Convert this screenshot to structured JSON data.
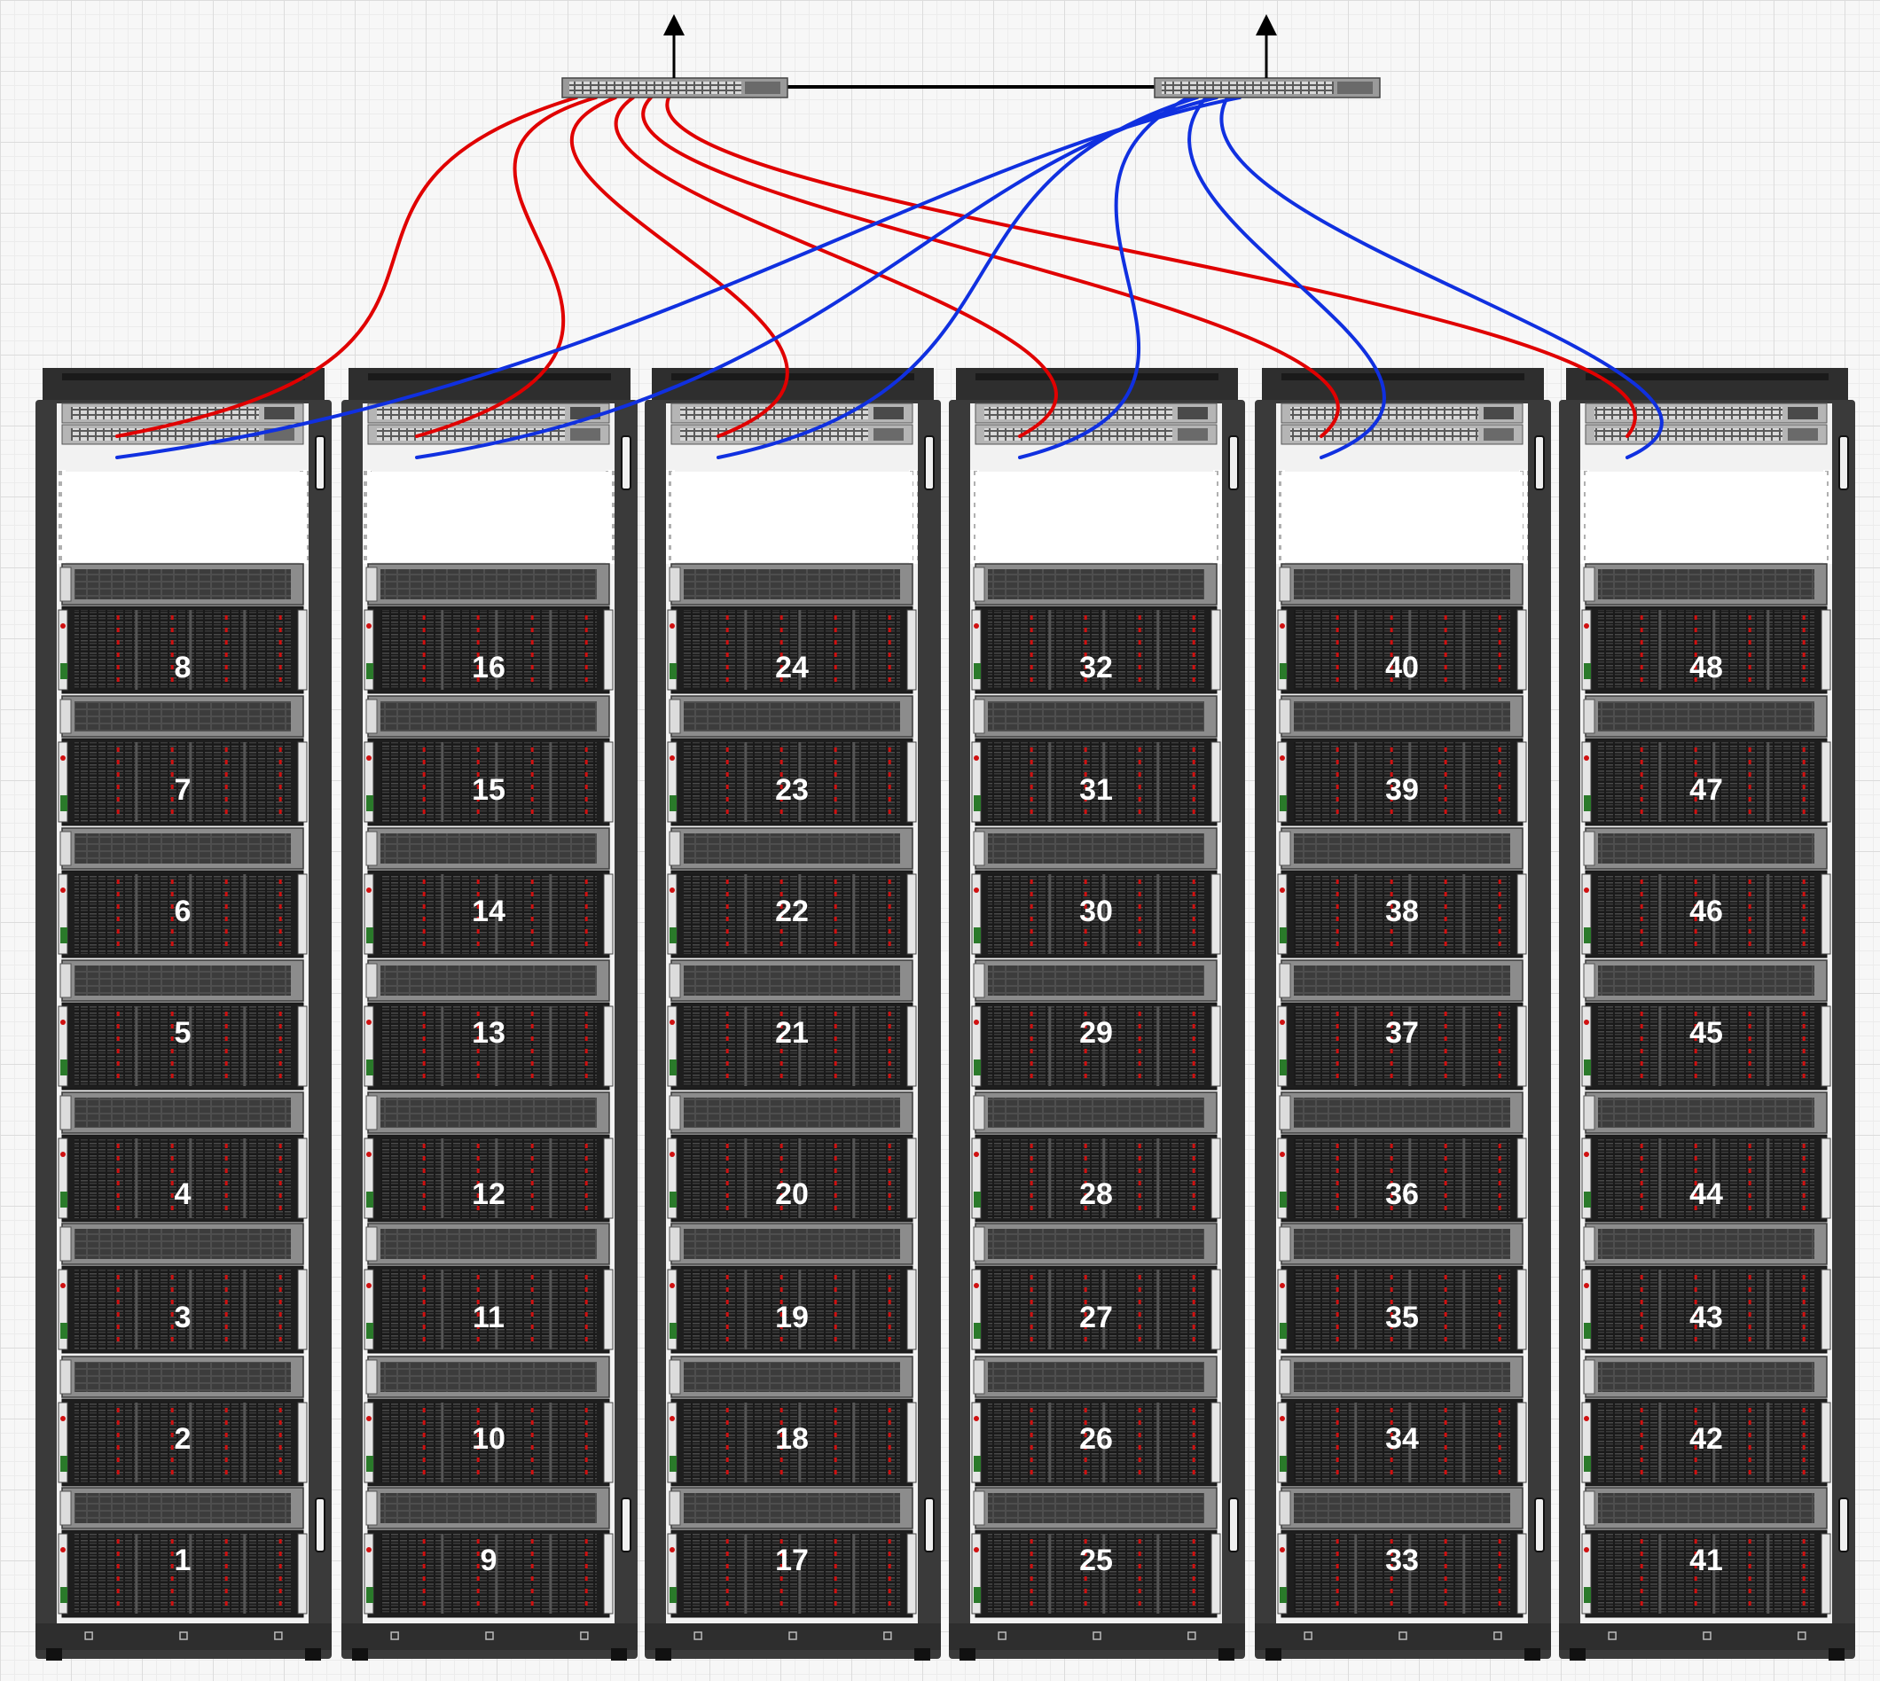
{
  "colors": {
    "background": "#f7f7f7",
    "rack_frame": "#3a3a3a",
    "rack_interior": "#f2f2f2",
    "server_face": "#1e1e1e",
    "server_trim": "#8a8a8a",
    "drive_led": "#d01010",
    "switch_body": "#9a9a9a",
    "link_a": "#e00000",
    "link_b": "#1030e0",
    "interlink": "#000000",
    "label": "#ffffff"
  },
  "icons": {
    "core_switch": "network-switch-icon",
    "uplink": "arrow-up-icon",
    "rack": "server-rack-icon",
    "tor_switch": "top-of-rack-switch-icon",
    "server": "storage-server-icon"
  },
  "core_switches": [
    {
      "id": "core-switch-a",
      "cable_color": "link_a"
    },
    {
      "id": "core-switch-b",
      "cable_color": "link_b"
    }
  ],
  "racks": [
    {
      "id": "rack-1",
      "servers": [
        "8",
        "7",
        "6",
        "5",
        "4",
        "3",
        "2",
        "1"
      ]
    },
    {
      "id": "rack-2",
      "servers": [
        "16",
        "15",
        "14",
        "13",
        "12",
        "11",
        "10",
        "9"
      ]
    },
    {
      "id": "rack-3",
      "servers": [
        "24",
        "23",
        "22",
        "21",
        "20",
        "19",
        "18",
        "17"
      ]
    },
    {
      "id": "rack-4",
      "servers": [
        "32",
        "31",
        "30",
        "29",
        "28",
        "27",
        "26",
        "25"
      ]
    },
    {
      "id": "rack-5",
      "servers": [
        "40",
        "39",
        "38",
        "37",
        "36",
        "35",
        "34",
        "33"
      ]
    },
    {
      "id": "rack-6",
      "servers": [
        "48",
        "47",
        "46",
        "45",
        "44",
        "43",
        "42",
        "41"
      ]
    }
  ]
}
